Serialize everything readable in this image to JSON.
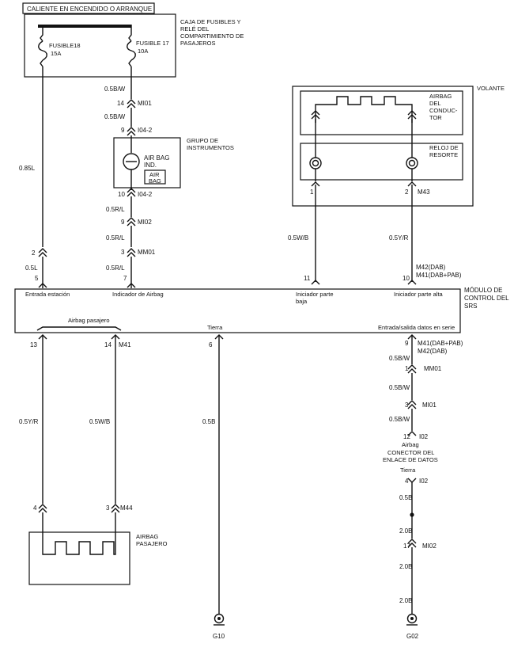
{
  "supply_label": "CALIENTE EN ENCENDIDO O ARRANQUE",
  "fuse_box": {
    "title_lines": [
      "CAJA DE FUSIBLES Y",
      "RELÉ DEL",
      "COMPARTIMIENTO DE",
      "PASAJEROS"
    ],
    "fuse18_name": "FUSIBLE18",
    "fuse18_rating": "15A",
    "fuse17_name": "FUSIBLE 17",
    "fuse17_rating": "10A"
  },
  "cluster": {
    "title_lines": [
      "GRUPO DE",
      "INSTRUMENTOS"
    ],
    "lamp_lines": [
      "AIR BAG",
      "IND."
    ],
    "badge_lines": [
      "AIR",
      "BAG"
    ]
  },
  "steering": {
    "title": "VOLANTE",
    "airbag_lines": [
      "AIRBAG",
      "DEL",
      "CONDUC-",
      "TOR"
    ],
    "clockspring_lines": [
      "RELOJ DE",
      "RESORTE"
    ]
  },
  "module": {
    "title_lines": [
      "MÓDULO DE",
      "CONTROL DEL",
      "SRS"
    ],
    "pin_labels": {
      "entrada_estacion": "Entrada estación",
      "indicador_airbag": "Indicador de Airbag",
      "iniciador_baja_1": "Iniciador parte",
      "iniciador_baja_2": "baja",
      "iniciador_alta": "Iniciador parte alta",
      "airbag_pasajero": "Airbag pasajero",
      "tierra": "Tierra",
      "datos_serie": "Entrada/salida datos en serie"
    }
  },
  "wires": {
    "w1": "0.5B/W",
    "w2": "0.5B/W",
    "w3": "0.85L",
    "w4": "0.5R/L",
    "w5": "0.5R/L",
    "w6": "0.5L",
    "w7": "0.5R/L",
    "w8": "0.5W/B",
    "w9": "0.5Y/R",
    "w10": "0.5Y/R",
    "w11": "0.5W/B",
    "w12": "0.5B",
    "w13": "0.5B/W",
    "w14": "0.5B/W",
    "w15": "0.5B/W",
    "w16": "0.5B",
    "w17": "2.0B",
    "w18": "2.0B",
    "w19": "2.0B"
  },
  "connectors": {
    "c14_mi01": {
      "pin": "14",
      "name": "MI01"
    },
    "c9_i042": {
      "pin": "9",
      "name": "I04-2"
    },
    "c10_i042": {
      "pin": "10",
      "name": "I04-2"
    },
    "c9_mi02": {
      "pin": "9",
      "name": "MI02"
    },
    "c2_mm01": {
      "pin": "2",
      "name": ""
    },
    "c3_mm01": {
      "pin": "3",
      "name": "MM01"
    },
    "c1_m43": {
      "pin": "1",
      "name": ""
    },
    "c2_m43": {
      "pin": "2",
      "name": "M43"
    },
    "c13_m41": {
      "pin": "13",
      "name": ""
    },
    "c14_m41": {
      "pin": "14",
      "name": "M41"
    },
    "c4_m44": {
      "pin": "4",
      "name": ""
    },
    "c3_m44": {
      "pin": "3",
      "name": "M44"
    },
    "c1_mm01": {
      "pin": "1",
      "name": "MM01"
    },
    "c3_mi01": {
      "pin": "3",
      "name": "MI01"
    },
    "c12_i02": {
      "pin": "12",
      "name": "I02"
    },
    "c4_i02": {
      "pin": "4",
      "name": "I02"
    },
    "c17_mi02": {
      "pin": "17",
      "name": "MI02"
    }
  },
  "module_pins": {
    "p5": "5",
    "p7": "7",
    "p11": "11",
    "p10": "10",
    "p13": "13",
    "p6": "6",
    "p9": "9"
  },
  "m42_top_lines": [
    "M42(DAB)",
    "M41(DAB+PAB)"
  ],
  "m41_bottom_lines": [
    "M41(DAB+PAB)",
    "M42(DAB)"
  ],
  "dlc": {
    "airbag": "Airbag",
    "lines": [
      "CONECTOR DEL",
      "ENLACE DE DATOS"
    ],
    "tierra": "Tierra"
  },
  "passenger_airbag_lines": [
    "AIRBAG",
    "PASAJERO"
  ],
  "grounds": {
    "g10": "G10",
    "g02": "G02"
  }
}
